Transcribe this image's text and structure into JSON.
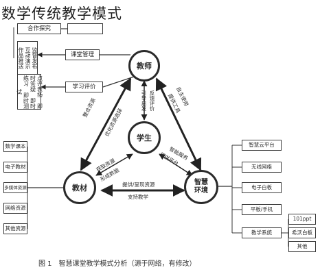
{
  "title": "数学传统教学模式",
  "caption": "图 1　智慧课堂教学模式分析（源于网络，有修改）",
  "nodes": {
    "teacher": "教师",
    "student": "学生",
    "material": "教材",
    "environment": "智慧环境"
  },
  "teacher_side": {
    "top_partial": "合作探究",
    "mid_left": "监督发布 互动演示 作品推送",
    "mid_label": "课堂管理",
    "bottom_left": "点评表扬 即时答疑 即时练习 即时测试",
    "bottom_label": "学习评价"
  },
  "material_side": [
    "数学课本",
    "电子教材",
    "多媒体资源",
    "网络资源",
    "其他资源"
  ],
  "environment_side": [
    "智慧云平台",
    "无线网络",
    "电子白板",
    "平板/手机",
    "教学系统"
  ],
  "system_side": [
    "101ppt",
    "希沃白板",
    "其他"
  ],
  "edge_labels": {
    "t_s_left": "引导启发",
    "t_s_right": "反馈评价",
    "t_m_left": "整合资源",
    "t_m_right": "优化资源选择",
    "t_e_left": "提供工具",
    "t_e_right": "自主使用",
    "s_m_left": "获取资源",
    "s_m_right": "形成数据",
    "s_e_left": "提供平台",
    "s_e_right": "智能服务",
    "m_e_top": "提供/呈现资源",
    "m_e_bottom": "支持教学"
  }
}
